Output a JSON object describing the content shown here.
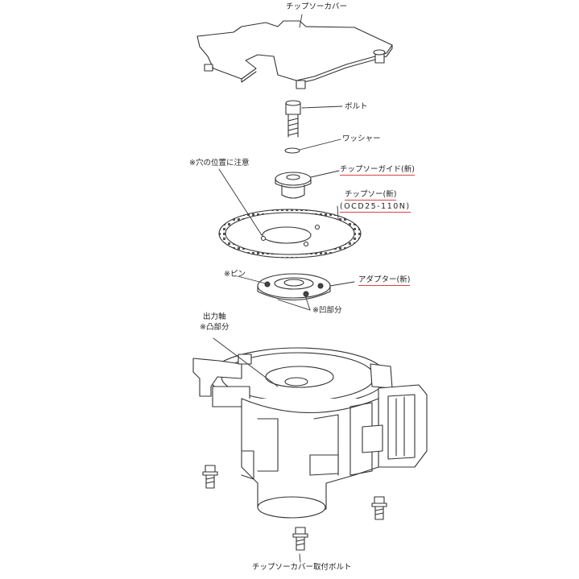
{
  "labels": {
    "cover": "チップソーカバー",
    "bolt": "ボルト",
    "washer": "ワッシャー",
    "hole_note": "※穴の位置に注意",
    "guide": "チップソーガイド(新)",
    "saw": "チップソー(新)",
    "saw_model": "(OCD25-110N)",
    "pin": "※ピン",
    "adapter": "アダプター(新)",
    "recess": "※凹部分",
    "output_shaft": "出力軸",
    "convex": "※凸部分",
    "cover_bolt": "チップソーカバー取付ボルト"
  },
  "colors": {
    "line": "#333333",
    "underline": "#d64545",
    "fill": "#ffffff"
  }
}
